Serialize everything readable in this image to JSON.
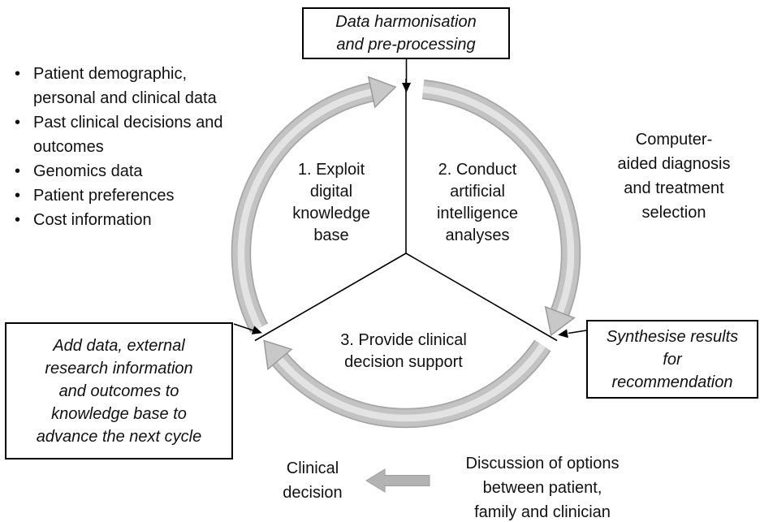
{
  "cycle": {
    "segments": [
      {
        "label": "1. Exploit\ndigital\nknowledge\nbase"
      },
      {
        "label": "2. Conduct\nartificial\nintelligence\nanalyses"
      },
      {
        "label": "3. Provide clinical\ndecision support"
      }
    ]
  },
  "boxes": {
    "top": {
      "text": "Data harmonisation\nand pre-processing"
    },
    "right": {
      "text": "Synthesise results\nfor\nrecommendation"
    },
    "bottom_left": {
      "text": "Add data, external\nresearch information\nand outcomes to\nknowledge base to\nadvance the next cycle"
    }
  },
  "bullet_list": {
    "marker": "•",
    "items": [
      {
        "text": "Patient demographic,\npersonal and clinical data"
      },
      {
        "text": "Past clinical decisions and\noutcomes"
      },
      {
        "text": "Genomics data"
      },
      {
        "text": "Patient preferences"
      },
      {
        "text": "Cost information"
      }
    ]
  },
  "labels": {
    "computer_aided": "Computer-\naided diagnosis\nand treatment\nselection",
    "clinical_decision": "Clinical\ndecision",
    "discussion": "Discussion of options\nbetween patient,\nfamily and clinician"
  },
  "colors": {
    "band_edge": "#a6a6a6",
    "band": "#c3c3c3",
    "band_highlight": "#e3e3e3",
    "arrowhead_fill": "#c8c8c8",
    "arrowhead_stroke": "#9a9a9a",
    "flat_arrow": "#b3b3b3",
    "line": "#000000",
    "text": "#111111"
  }
}
